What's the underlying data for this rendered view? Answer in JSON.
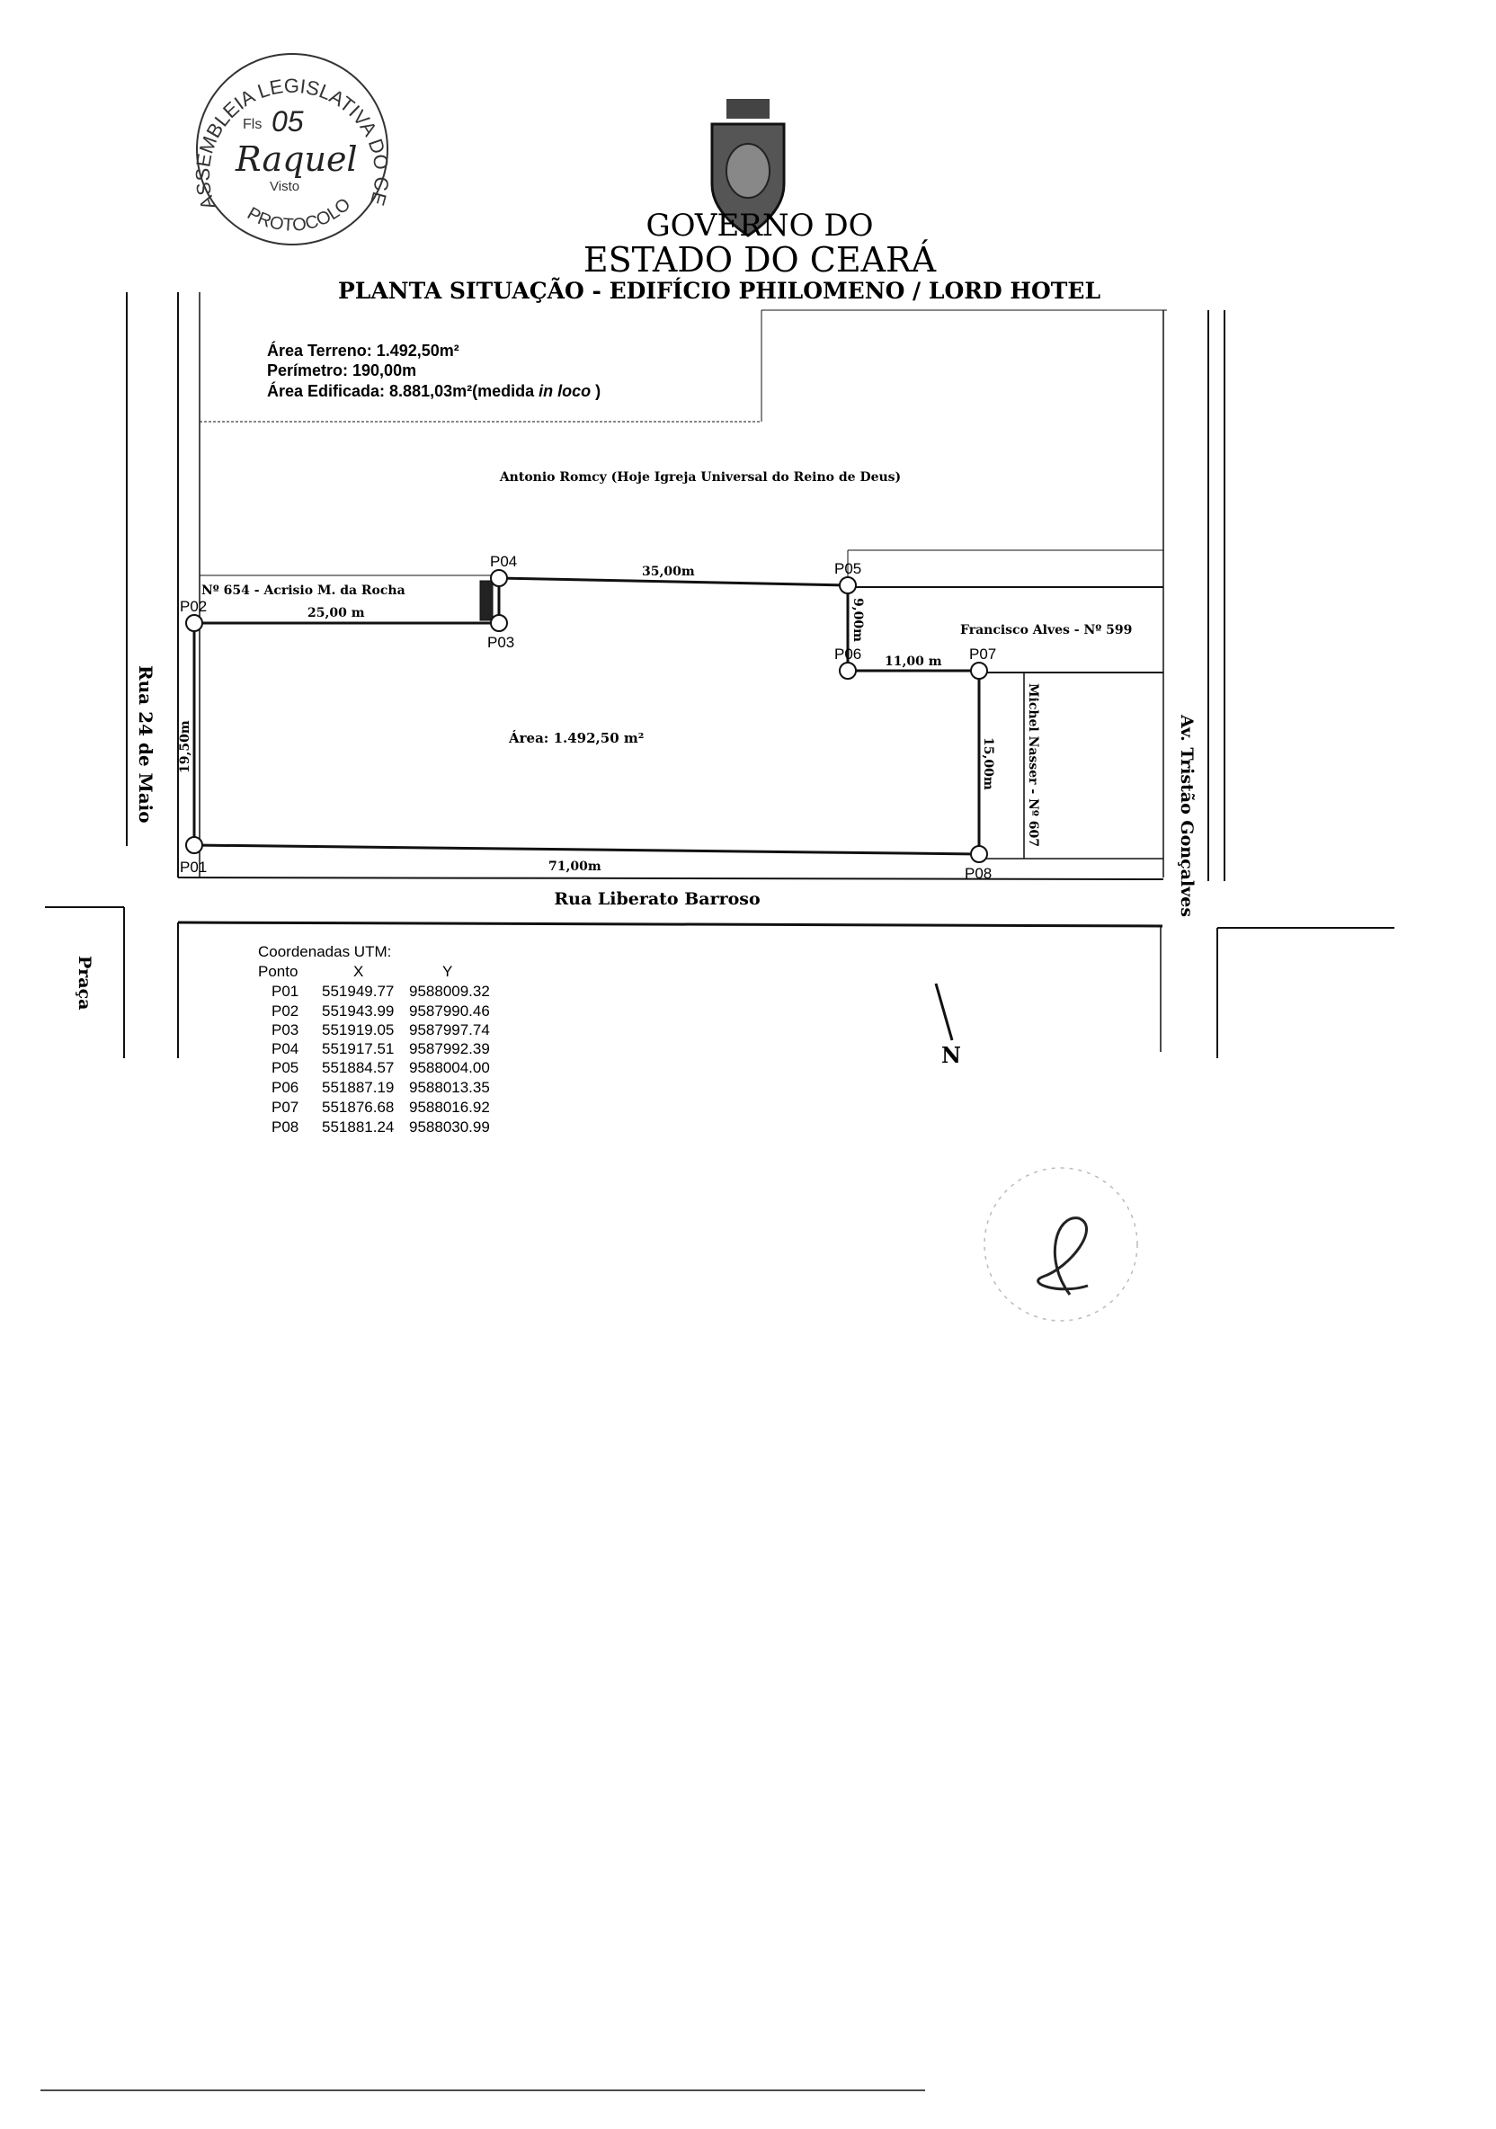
{
  "stamp": {
    "ring_text": "ASSEMBLEIA LEGISLATIVA DO CEARÁ",
    "bottom_text": "PROTOCOLO",
    "fls_label": "Fls",
    "fls_number": "05",
    "visto_label": "Visto",
    "signature": "Raquel"
  },
  "header": {
    "line1": "GOVERNO DO",
    "line2": "ESTADO DO CEARÁ",
    "title": "PLANTA SITUAÇÃO - EDIFÍCIO PHILOMENO / LORD HOTEL"
  },
  "info": {
    "area_terreno": "Área Terreno: 1.492,50m²",
    "perimetro": "Perímetro: 190,00m",
    "area_edificada": "Área Edificada: 8.881,03m²(medida ",
    "area_edificada_italic": "in loco",
    "area_edificada_end": " )"
  },
  "map": {
    "neighbor_north": "Antonio Romcy (Hoje Igreja Universal do Reino de Deus)",
    "neighbor_west": "Nº 654 - Acrisio M. da Rocha",
    "neighbor_east": "Francisco Alves - Nº 599",
    "neighbor_southeast": "Michel Nasser - Nº 607",
    "lot_area": "Área: 1.492,50 m²",
    "streets": {
      "west": "Rua 24 de Maio",
      "south": "Rua Liberato Barroso",
      "east": "Av. Tristão Gonçalves",
      "plaza": "Praça"
    },
    "points": [
      "P01",
      "P02",
      "P03",
      "P04",
      "P05",
      "P06",
      "P07",
      "P08"
    ],
    "lengths": {
      "p02_p03": "25,00 m",
      "p04_p05": "35,00m",
      "p05_p06": "9,00m",
      "p06_p07": "11,00 m",
      "p07_p08": "15,00m",
      "p01_p08": "71,00m",
      "p01_p02": "19,50m"
    },
    "north_label": "N"
  },
  "coordinates": {
    "title": "Coordenadas UTM:",
    "headers": [
      "Ponto",
      "X",
      "Y"
    ],
    "rows": [
      [
        "P01",
        "551949.77",
        "9588009.32"
      ],
      [
        "P02",
        "551943.99",
        "9587990.46"
      ],
      [
        "P03",
        "551919.05",
        "9587997.74"
      ],
      [
        "P04",
        "551917.51",
        "9587992.39"
      ],
      [
        "P05",
        "551884.57",
        "9588004.00"
      ],
      [
        "P06",
        "551887.19",
        "9588013.35"
      ],
      [
        "P07",
        "551876.68",
        "9588016.92"
      ],
      [
        "P08",
        "551881.24",
        "9588030.99"
      ]
    ]
  }
}
